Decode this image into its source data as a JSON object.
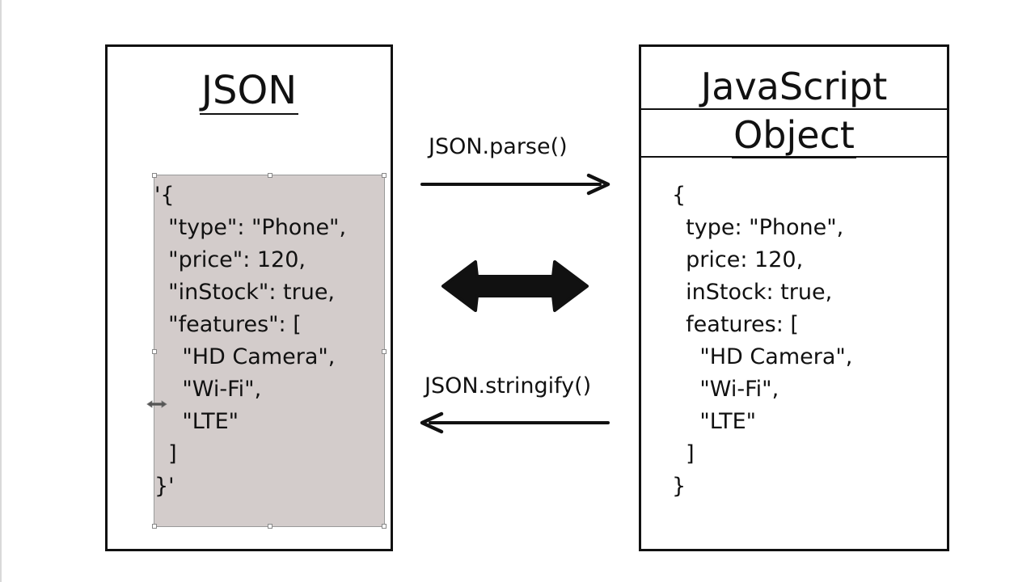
{
  "json_panel": {
    "title": "JSON",
    "code_lines": [
      "'{",
      "  \"type\": \"Phone\",",
      "  \"price\": 120,",
      "  \"inStock\": true,",
      "  \"features\": [",
      "    \"HD Camera\",",
      "    \"Wi-Fi\",",
      "    \"LTE\"",
      "  ]",
      "}'"
    ]
  },
  "js_panel": {
    "title_line1": "JavaScript",
    "title_line2": "Object",
    "code_lines": [
      "{",
      "  type: \"Phone\",",
      "  price: 120,",
      "  inStock: true,",
      "  features: [",
      "    \"HD Camera\",",
      "    \"Wi-Fi\",",
      "    \"LTE\"",
      "  ]",
      "}"
    ]
  },
  "arrows": {
    "parse_label": "JSON.parse()",
    "stringify_label": "JSON.stringify()"
  },
  "colors": {
    "highlight": "#d3cccb",
    "ink": "#111111"
  }
}
